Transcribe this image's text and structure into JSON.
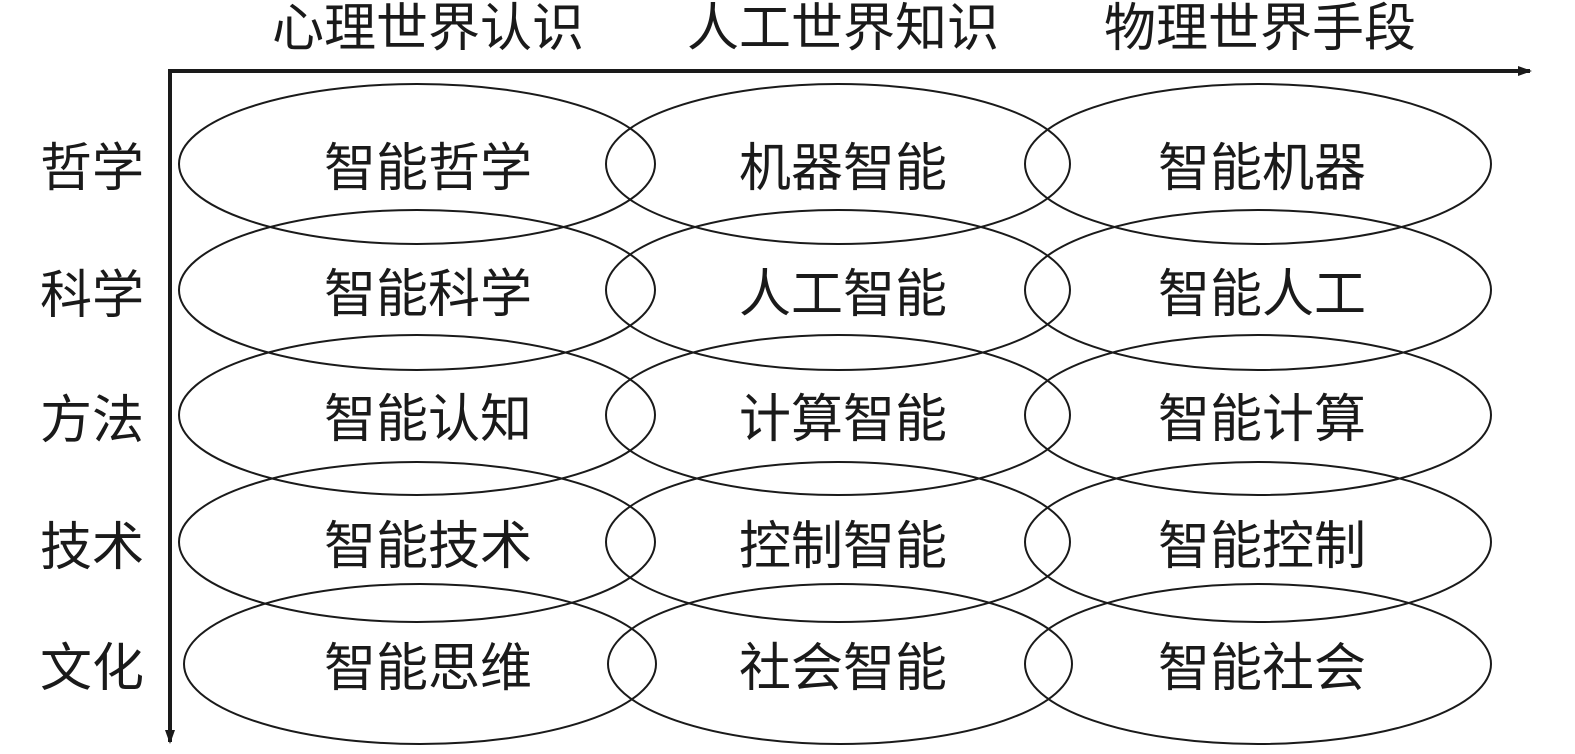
{
  "column_headers": [
    "心理世界认识",
    "人工世界知识",
    "物理世界手段"
  ],
  "row_headers": [
    "哲学",
    "科学",
    "方法",
    "技术",
    "文化"
  ],
  "cells": [
    [
      "智能哲学",
      "机器智能",
      "智能机器"
    ],
    [
      "智能科学",
      "人工智能",
      "智能人工"
    ],
    [
      "智能认知",
      "计算智能",
      "智能计算"
    ],
    [
      "智能技术",
      "控制智能",
      "智能控制"
    ],
    [
      "智能思维",
      "社会智能",
      "智能社会"
    ]
  ],
  "colors": {
    "ink": "#1a1a1a",
    "background": "#ffffff"
  }
}
